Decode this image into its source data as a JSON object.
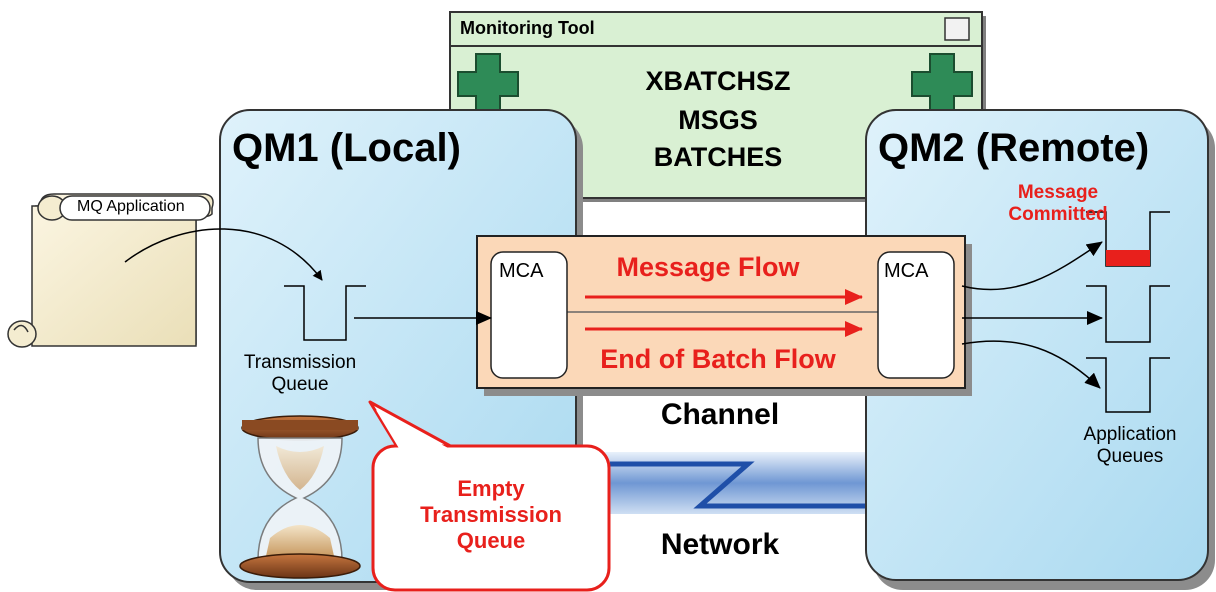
{
  "monitor": {
    "title": "Monitoring Tool",
    "lines": [
      "XBATCHSZ",
      "MSGS",
      "BATCHES"
    ]
  },
  "qm1": {
    "title": "QM1 (Local)"
  },
  "qm2": {
    "title": "QM2 (Remote)"
  },
  "app": {
    "label": "MQ Application"
  },
  "xmitq": {
    "label": "Transmission\nQueue"
  },
  "channel": {
    "label": "Channel",
    "mca_left": "MCA",
    "mca_right": "MCA",
    "message_flow": "Message Flow",
    "end_flow": "End of Batch Flow"
  },
  "network": {
    "label": "Network"
  },
  "callout": {
    "text": "Empty\nTransmission\nQueue"
  },
  "committed": {
    "text": "Message\nCommitted"
  },
  "appq": {
    "label": "Application\nQueues"
  },
  "colors": {
    "qm_fill": "#bfe4f6",
    "monitor_fill": "#d9f0d3",
    "channel_fill": "#fbd8b8",
    "red": "#e8201c",
    "green_cross": "#2e8b57",
    "network_blue": "#2f5fb3"
  }
}
